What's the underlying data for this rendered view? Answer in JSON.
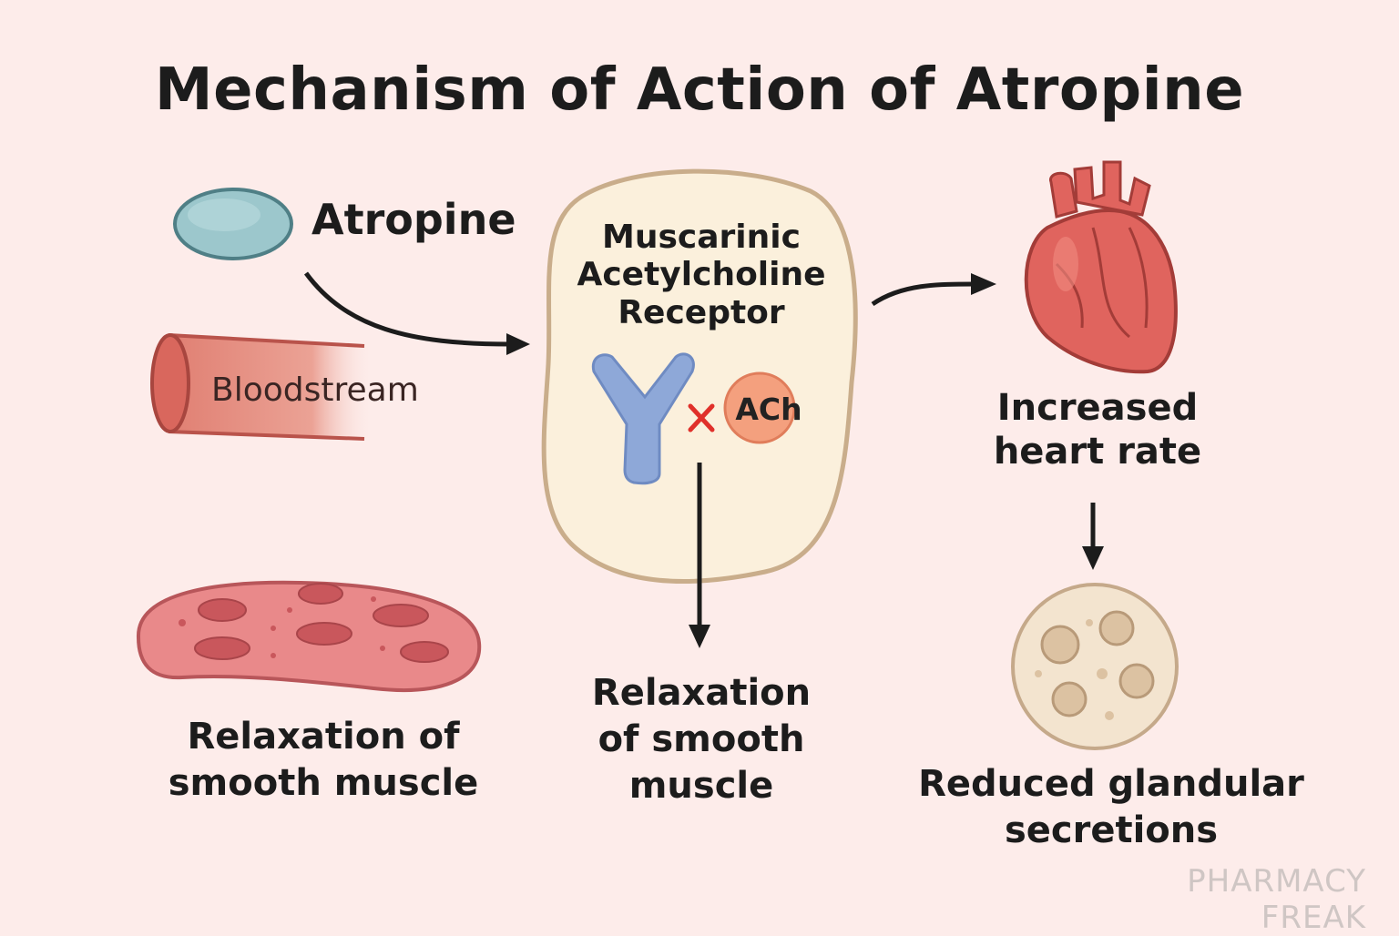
{
  "title": "Mechanism of Action of Atropine",
  "labels": {
    "drug": "Atropine",
    "bloodstream": "Bloodstream",
    "receptor_line1": "Muscarinic",
    "receptor_line2": "Acetylcholine",
    "receptor_line3": "Receptor",
    "ach": "ACh",
    "heart_line1": "Increased",
    "heart_line2": "heart rate",
    "relax_center_line1": "Relaxation",
    "relax_center_line2": "of smooth",
    "relax_center_line3": "muscle",
    "relax_left_line1": "Relaxation of",
    "relax_left_line2": "smooth muscle",
    "gland_line1": "Reduced glandular",
    "gland_line2": "secretions"
  },
  "watermark": "PHARMACY FREAK",
  "colors": {
    "background": "#fdecea",
    "pill": "#9cc7cc",
    "vessel": "#e07f72",
    "cell": "#fbf0dc",
    "receptor": "#8ea8d8",
    "ach": "#f4a07e",
    "block_mark": "#e0302a",
    "heart": "#e0645e",
    "muscle": "#e9898a",
    "gland": "#f3e4cf"
  },
  "icons": [
    "pill-icon",
    "blood-vessel-icon",
    "receptor-icon",
    "block-x-icon",
    "heart-icon",
    "smooth-muscle-icon",
    "gland-icon"
  ]
}
